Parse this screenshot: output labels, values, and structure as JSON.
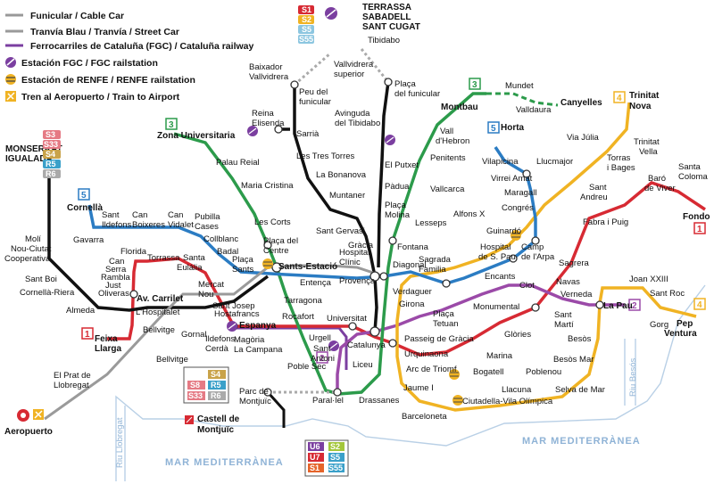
{
  "legend": {
    "funicular": "Funicular / Cable Car",
    "tram": "Tranvía Blau / Tranvía / Street Car",
    "fgc": "Ferrocarriles de Cataluña (FGC) / Cataluña railway",
    "fgc_station": "Estación FGC / FGC railstation",
    "renfe_station": "Estación de RENFE / RENFE railstation",
    "airport_train": "Tren al Aeropuerto / Train to Airport"
  },
  "badges": {
    "s1": "S1",
    "s2": "S2",
    "s5": "S5",
    "s55": "S55",
    "s3": "S3",
    "s33": "S33",
    "s4": "S4",
    "r5": "R5",
    "r6": "R6",
    "u6": "U6",
    "u7": "U7",
    "s8": "S8",
    "l1": "1",
    "l2": "2",
    "l3": "3",
    "l4": "4",
    "l5": "5"
  },
  "termini": {
    "terrassa": "TERRASSA",
    "sabadell": "SABADELL",
    "sant_cugat": "SANT CUGAT",
    "monserrat": "MONSERRAT",
    "igualada": "IGUALADA"
  },
  "sea": {
    "left": "MAR MEDITERRÀNEA",
    "right": "MAR MEDITERRÀNEA"
  },
  "rivers": {
    "llobregat": "Riu Llobregat",
    "besos": "Riu Besós"
  },
  "stations": {
    "tibidabo": "Tibidabo",
    "baixador_1": "Baixador",
    "baixador_2": "Vallvidrera",
    "vallvidrera_1": "Vallvidrera",
    "vallvidrera_2": "superior",
    "peu_1": "Peu del",
    "peu_2": "funicular",
    "placa_fun_1": "Plaça",
    "placa_fun_2": "del funicular",
    "avinguda_1": "Avinguda",
    "avinguda_2": "del Tibidabo",
    "reina_1": "Reina",
    "reina_2": "Elisenda",
    "sarria": "Sarrià",
    "tres_torres": "Les Tres Torres",
    "bonanova": "La Bonanova",
    "muntaner": "Muntaner",
    "sant_gervasi": "Sant Gervasi",
    "gracia": "Gràcia",
    "el_putxet": "El Putxet",
    "padua": "Pàdua",
    "placa_molina_1": "Plaça",
    "placa_molina_2": "Molina",
    "zona_univ": "Zona Universitaria",
    "palau_reial": "Palau Reial",
    "maria_cristina": "Maria Cristina",
    "les_corts": "Les Corts",
    "placa_centre_1": "Plaça del",
    "placa_centre_2": "Centre",
    "sants_estacio": "Sants-Estació",
    "tarragona": "Tarragona",
    "espanya": "Espanya",
    "rocafort": "Rocafort",
    "urgell": "Urgell",
    "universitat": "Universitat",
    "catalunya": "Catalunya",
    "liceu": "Liceu",
    "drassanes": "Drassanes",
    "paralel": "Paral·lel",
    "poble_sec": "Poble Sec",
    "sant_antoni_1": "Sant",
    "sant_antoni_2": "Antoni",
    "parc_montjuic_1": "Parc de",
    "parc_montjuic_2": "Montjuïc",
    "castell_1": "Castell de",
    "castell_2": "Montjuïc",
    "hostafrancs": "Hostafrancs",
    "magoria_1": "Magòria",
    "magoria_2": "La Campana",
    "entenca": "Entença",
    "hospital_clinic_1": "Hospital",
    "hospital_clinic_2": "Clínic",
    "provenca": "Provença",
    "diagonal": "Diagonal",
    "verdaguer": "Verdaguer",
    "girona": "Girona",
    "passeig_gracia": "Passeig de Gràcia",
    "placa_tetuan_1": "Plaça",
    "placa_tetuan_2": "Tetuan",
    "urquinaona": "Urquinaona",
    "arc_triomf": "Arc de Triomf",
    "jaume_i": "Jaume I",
    "barceloneta": "Barceloneta",
    "ciutadella": "Ciutadella-Vila Olímpica",
    "bogatell": "Bogatell",
    "llacuna": "Llacuna",
    "poblenou": "Poblenou",
    "selva_mar": "Selva de Mar",
    "marina": "Marina",
    "glories": "Glòries",
    "monumental": "Monumental",
    "clot": "Clot",
    "navas": "Navas",
    "sant_marti_1": "Sant",
    "sant_marti_2": "Martí",
    "besos": "Besòs",
    "besos_mar": "Besòs Mar",
    "verneda": "Verneda",
    "la_pau": "La Pau",
    "joan_xxiii": "Joan XXIII",
    "sant_roc": "Sant Roc",
    "gorg": "Gorg",
    "pep_ventura_1": "Pep",
    "pep_ventura_2": "Ventura",
    "sagrera": "Sagrera",
    "encants": "Encants",
    "sagrada_familia_1": "Sagrada",
    "sagrada_familia_2": "Familia",
    "hospital_sp_1": "Hospital",
    "hospital_sp_2": "de S. Pau",
    "camp_arpa_1": "Camp",
    "camp_arpa_2": "de l'Arpa",
    "guinardo": "Guinardó",
    "congres": "Congrés",
    "maragall": "Maragall",
    "virrei_amat": "Virrei Amat",
    "vilapicina": "Vilapicina",
    "llucmajor": "Llucmajor",
    "horta": "Horta",
    "alfons_x": "Alfons X",
    "lesseps": "Lesseps",
    "fontana": "Fontana",
    "vallcarca": "Vallcarca",
    "penitents": "Penitents",
    "vall_hebron_1": "Vall",
    "vall_hebron_2": "d'Hebron",
    "montbau": "Montbau",
    "mundet": "Mundet",
    "valldaura": "Valldaura",
    "canyelles": "Canyelles",
    "trinitat_nova_1": "Trinitat",
    "trinitat_nova_2": "Nova",
    "via_julia": "Via Júlia",
    "fabra_puig": "Fabra i Puig",
    "sant_andreu_1": "Sant",
    "sant_andreu_2": "Andreu",
    "torras_bages_1": "Torras",
    "torras_bages_2": "i Bages",
    "trinitat_vella_1": "Trinitat",
    "trinitat_vella_2": "Vella",
    "baro_viver_1": "Baró",
    "baro_viver_2": "de Viver",
    "santa_coloma_1": "Santa",
    "santa_coloma_2": "Coloma",
    "fondo": "Fondo",
    "cornella": "Cornellà",
    "gavarra": "Gavarra",
    "sant_ildefons_1": "Sant",
    "sant_ildefons_2": "Ildefons",
    "can_boixeres_1": "Can",
    "can_boixeres_2": "Boixeres",
    "can_vidalet_1": "Can",
    "can_vidalet_2": "Vidalet",
    "pubilla_1": "Pubilla",
    "pubilla_2": "Cases",
    "collblanc": "Collblanc",
    "badal": "Badal",
    "placa_sants_1": "Plaça",
    "placa_sants_2": "Sants",
    "santa_eulalia_1": "Santa",
    "santa_eulalia_2": "Eulália",
    "torrassa": "Torrassa",
    "florida": "Florida",
    "can_serra_1": "Can",
    "can_serra_2": "Serra",
    "rambla_1": "Rambla",
    "rambla_2": "Just",
    "rambla_3": "Oliveras",
    "av_carrilet": "Av. Carrilet",
    "lhospitalet": "L'Hospitalet",
    "bellvitge_l1": "Bellvitge",
    "feixa_1": "Feixa",
    "feixa_2": "Llarga",
    "mercat_1": "Mercat",
    "mercat_2": "Nou",
    "sant_josep": "Sant Josep",
    "gornal": "Gornal",
    "ildefons_1": "Ildefons",
    "ildefons_2": "Cerdà",
    "bellvitge": "Bellvitge",
    "el_prat_1": "El Prat de",
    "el_prat_2": "Llobregat",
    "aeropuerto": "Aeropuerto",
    "moli_1": "Molí",
    "moli_2": "Nou-Ciutat",
    "moli_3": "Cooperativa",
    "sant_boi": "Sant Boi",
    "cornella_riera": "Cornellà-Riera",
    "almeda": "Almeda"
  }
}
